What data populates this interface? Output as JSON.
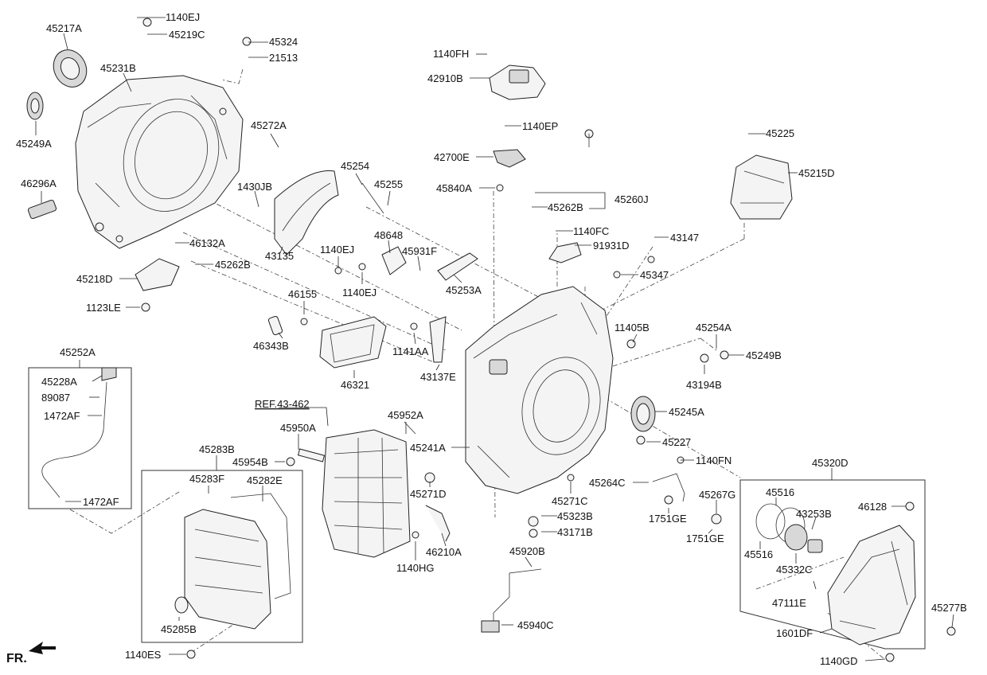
{
  "diagram": {
    "ref_note": "REF.43-462",
    "direction_label": "FR.",
    "part_labels": [
      "1140EJ",
      "45219C",
      "45217A",
      "45231B",
      "45324",
      "21513",
      "45249A",
      "45272A",
      "46296A",
      "1430JB",
      "46132A",
      "45262B",
      "45218D",
      "1123LE",
      "43135",
      "1140EJ",
      "45254",
      "45255",
      "48648",
      "45931F",
      "45253A",
      "1140EJ",
      "1140FH",
      "42910B",
      "1140EP",
      "42700E",
      "45840A",
      "45262B",
      "45260J",
      "45225",
      "45215D",
      "1140FC",
      "91931D",
      "43147",
      "45347",
      "46155",
      "46343B",
      "1141AA",
      "46321",
      "43137E",
      "11405B",
      "45254A",
      "45249B",
      "43194B",
      "45252A",
      "45228A",
      "89087",
      "1472AF",
      "1472AF",
      "45952A",
      "45245A",
      "45950A",
      "45954B",
      "45241A",
      "45227",
      "1140FN",
      "45283B",
      "45283F",
      "45282E",
      "45271D",
      "45271C",
      "45264C",
      "45320D",
      "45516",
      "45516",
      "43253B",
      "46128",
      "45323B",
      "43171B",
      "1751GE",
      "45267G",
      "1751GE",
      "46210A",
      "1140HG",
      "45920B",
      "45332C",
      "47111E",
      "45285B",
      "45940C",
      "1601DF",
      "45277B",
      "1140ES",
      "1140GD"
    ]
  }
}
